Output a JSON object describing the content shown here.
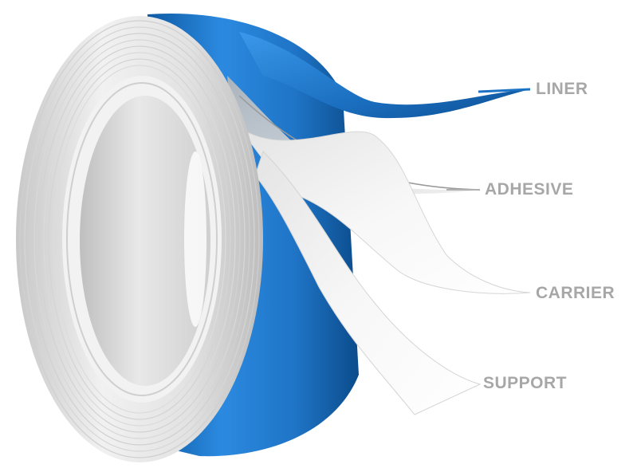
{
  "labels": {
    "liner": "LINER",
    "adhesive": "ADHESIVE",
    "carrier": "CARRIER",
    "support": "SUPPORT"
  },
  "colors": {
    "liner_blue": "#1c73c4",
    "liner_blue_dark": "#0d4f93",
    "label_gray": "#a7a7a7",
    "roll_face": "#e6e6e6",
    "roll_face_shade": "#c9c9c9",
    "inner_hole": "#d9d9d9",
    "layer_white": "#f4f4f4",
    "layer_gray": "#d2d2d2"
  },
  "icons": {
    "illustration": "double-sided-tape-roll-illustration"
  }
}
